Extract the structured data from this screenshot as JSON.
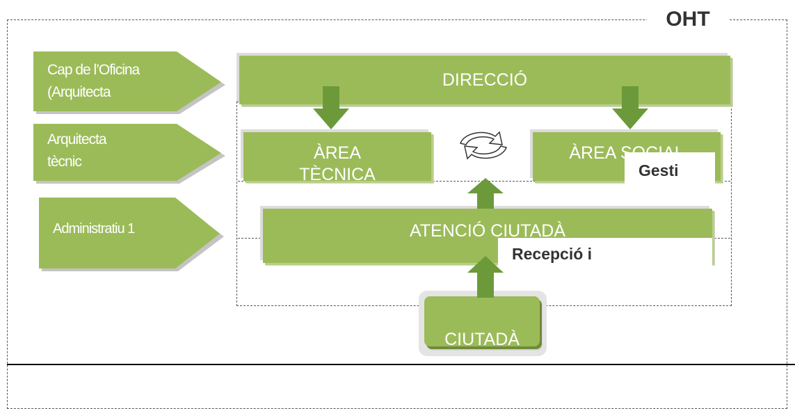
{
  "title": "OHT",
  "roles": [
    {
      "lines": [
        "Cap de l’Oficina",
        "(Arquitecta"
      ]
    },
    {
      "lines": [
        "Arquitecta",
        "tècnic"
      ]
    },
    {
      "lines": [
        "Administratiu 1"
      ]
    }
  ],
  "boxes": {
    "direccio": "DIRECCIÓ",
    "area_tecnica_line1": "ÀREA",
    "area_tecnica_line2": "TÈCNICA",
    "area_social": "ÀREA SOCIAL",
    "gesti_label": "Gesti",
    "atencio": "ATENCIÓ CIUTADÀ",
    "recepcio_label": "Recepció i",
    "ciutada": "CIUTADÀ"
  },
  "icons": {
    "arrow_down": "arrow-down-icon",
    "arrow_up": "arrow-up-icon",
    "exchange": "exchange-icon"
  },
  "colors": {
    "box_green": "#9bbb59",
    "arrow_green": "#6c9a3a",
    "dashed_border": "#555555",
    "divider": "#000000"
  }
}
